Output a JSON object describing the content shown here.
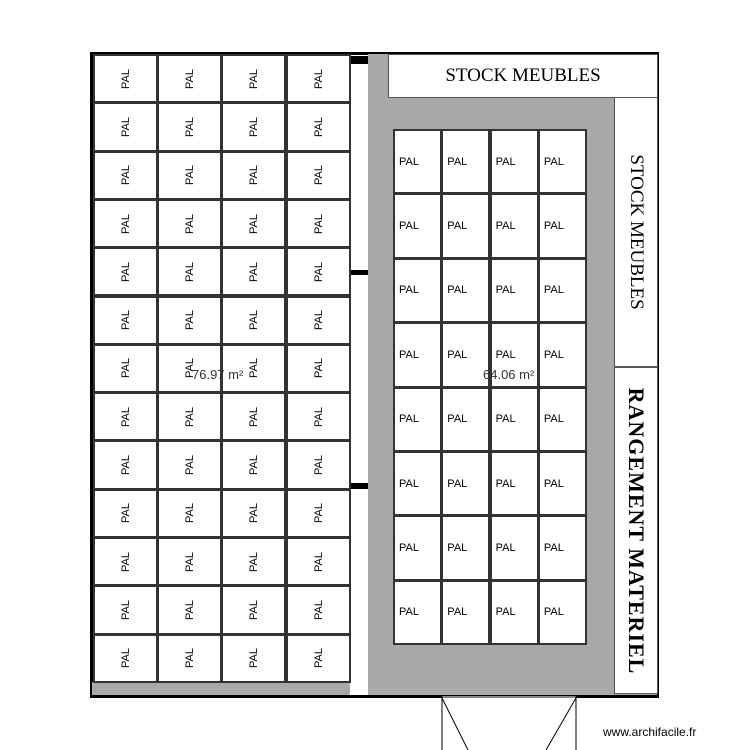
{
  "pallet_label": "PAL",
  "left_zone": {
    "rows": 13,
    "cols": 4,
    "area": "76.97 m²"
  },
  "right_zone": {
    "rows": 8,
    "cols": 4,
    "area": "64.06 m²"
  },
  "labels": {
    "stock_top": "STOCK MEUBLES",
    "stock_side": "STOCK MEUBLES",
    "rangement": "RANGEMENT MATERIEL"
  },
  "watermark": "www.archifacile.fr",
  "colors": {
    "floor_gray": "#a9a9a9",
    "wall": "#000000"
  }
}
